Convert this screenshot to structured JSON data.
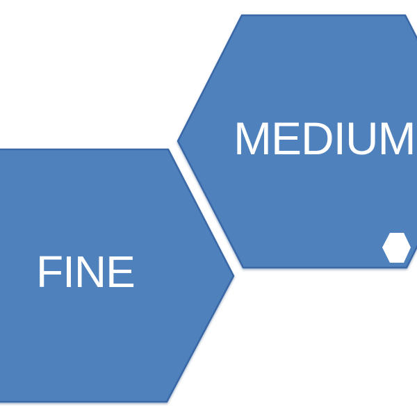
{
  "background_color": "#ffffff",
  "accent_color": "#4f81bd",
  "border_color": "#3a67a5",
  "label_color": "#ffffff",
  "diagram": {
    "type": "alternating-hexagons",
    "hexagons": [
      {
        "label": "FINE",
        "fill": "#4f81bd",
        "position": "lower-left",
        "clipped_edge": "left"
      },
      {
        "label": "MEDIUM",
        "fill": "#4f81bd",
        "position": "upper-right",
        "clipped_edge": "right"
      }
    ],
    "decorations": [
      {
        "name": "small-white-hexagon",
        "fill": "#ffffff",
        "position": "bottom-right-of-medium-hexagon"
      }
    ]
  }
}
